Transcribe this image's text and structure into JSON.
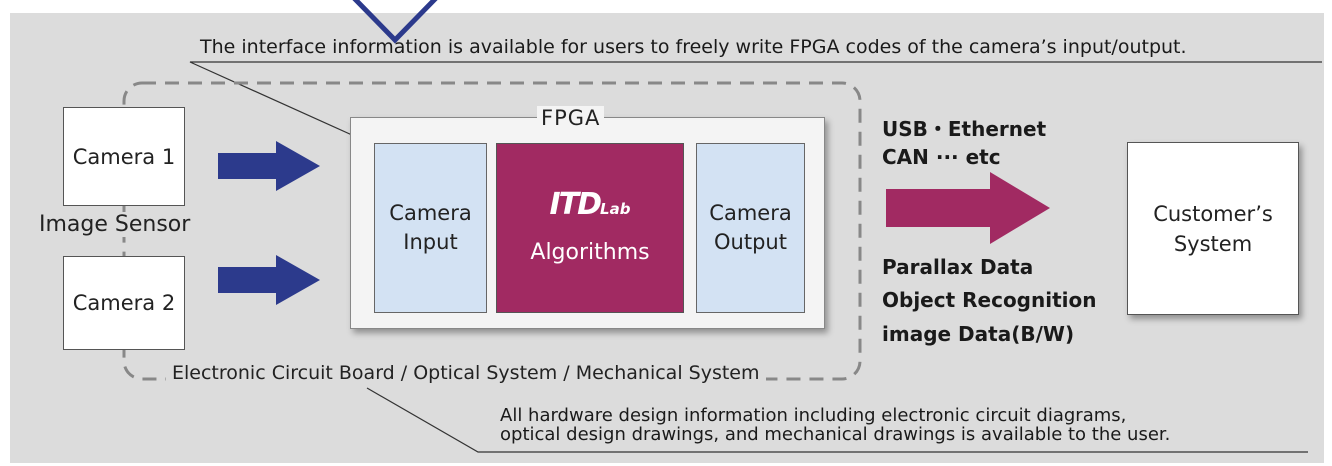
{
  "notes": {
    "interface": "The interface information is available for users to freely write FPGA codes of the camera’s input/output.",
    "hardware_line1": "All hardware design information including electronic circuit diagrams,",
    "hardware_line2": "optical design drawings, and mechanical drawings is available to the user."
  },
  "cameras": {
    "camera1": "Camera 1",
    "camera2": "Camera 2",
    "sensor_label": "Image Sensor"
  },
  "fpga": {
    "label": "FPGA",
    "input_line1": "Camera",
    "input_line2": "Input",
    "logo_main": "ITD",
    "logo_sub": "Lab",
    "algorithms": "Algorithms",
    "output_line1": "Camera",
    "output_line2": "Output"
  },
  "board_label": "Electronic Circuit Board / Optical System / Mechanical System",
  "interfaces": {
    "line1": "USB・Ethernet",
    "line2": "CAN ··· etc"
  },
  "outputs": {
    "line1": "Parallax Data",
    "line2": "Object Recognition",
    "line3": "image Data(B/W)"
  },
  "customer": {
    "line1": "Customer’s",
    "line2": "System"
  },
  "colors": {
    "panel": "#dcdcdc",
    "arrow_blue": "#2c3a8c",
    "arrow_magenta": "#a12a62",
    "algorithm_block": "#a12a62",
    "io_block": "#d3e2f3"
  }
}
